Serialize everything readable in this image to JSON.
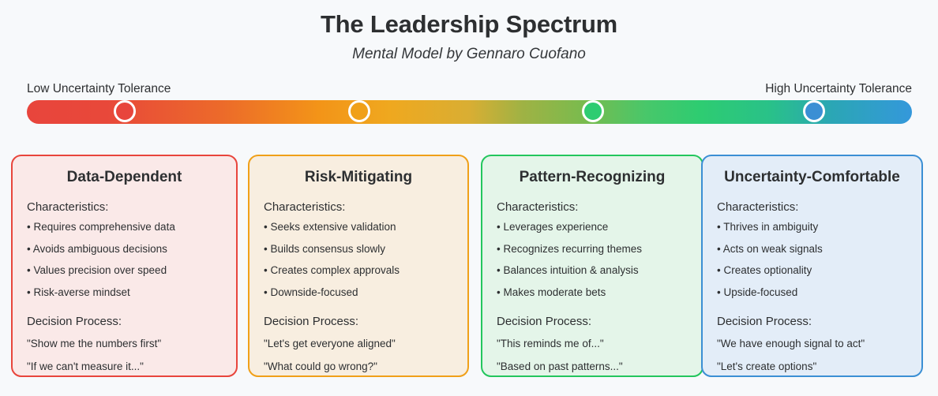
{
  "header": {
    "title": "The Leadership Spectrum",
    "subtitle": "Mental Model by Gennaro Cuofano"
  },
  "spectrum": {
    "low_label": "Low Uncertainty Tolerance",
    "high_label": "High Uncertainty Tolerance",
    "gradient_start": "#e8453c",
    "gradient_end": "#3498db",
    "markers": [
      {
        "name": "data-dependent",
        "color": "#e8453c",
        "x_percent": 11.1
      },
      {
        "name": "risk-mitigating",
        "color": "#f0a019",
        "x_percent": 37.6
      },
      {
        "name": "pattern-recognizing",
        "color": "#2ecc71",
        "x_percent": 64.0
      },
      {
        "name": "uncertainty-comfortable",
        "color": "#3b8fd4",
        "x_percent": 88.9
      }
    ]
  },
  "cards": [
    {
      "title": "Data-Dependent",
      "border_color": "#e8453c",
      "bg_color": "#fae9e8",
      "characteristics_heading": "Characteristics:",
      "characteristics": [
        "• Requires comprehensive data",
        "• Avoids ambiguous decisions",
        "• Values precision over speed",
        "• Risk-averse mindset"
      ],
      "process_heading": "Decision Process:",
      "quotes": [
        "\"Show me the numbers first\"",
        "\"If we can't measure it...\""
      ]
    },
    {
      "title": "Risk-Mitigating",
      "border_color": "#f0a019",
      "bg_color": "#f8eee0",
      "characteristics_heading": "Characteristics:",
      "characteristics": [
        "• Seeks extensive validation",
        "• Builds consensus slowly",
        "• Creates complex approvals",
        "• Downside-focused"
      ],
      "process_heading": "Decision Process:",
      "quotes": [
        "\"Let's get everyone aligned\"",
        "\"What could go wrong?\""
      ]
    },
    {
      "title": "Pattern-Recognizing",
      "border_color": "#23c65d",
      "bg_color": "#e4f5e9",
      "characteristics_heading": "Characteristics:",
      "characteristics": [
        "• Leverages experience",
        "• Recognizes recurring themes",
        "• Balances intuition & analysis",
        "• Makes moderate bets"
      ],
      "process_heading": "Decision Process:",
      "quotes": [
        "\"This reminds me of...\"",
        "\"Based on past patterns...\""
      ]
    },
    {
      "title": "Uncertainty-Comfortable",
      "border_color": "#3b8fd4",
      "bg_color": "#e3edf8",
      "characteristics_heading": "Characteristics:",
      "characteristics": [
        "• Thrives in ambiguity",
        "• Acts on weak signals",
        "• Creates optionality",
        "• Upside-focused"
      ],
      "process_heading": "Decision Process:",
      "quotes": [
        "\"We have enough signal to act\"",
        "\"Let's create options\""
      ]
    }
  ]
}
